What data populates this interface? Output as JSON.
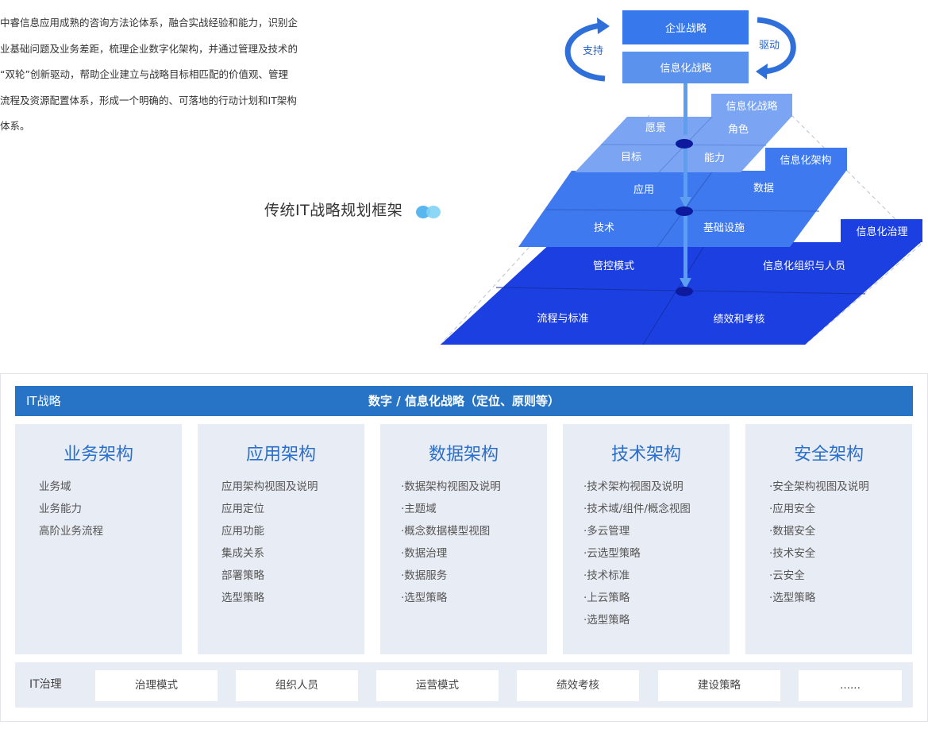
{
  "intro": {
    "lines": [
      "中睿信息应用成熟的咨询方法论体系，融合实战经验和能力，识别企",
      "业基础问题及业务差距，梳理企业数字化架构，并通过管理及技术的",
      "“双轮”创新驱动，帮助企业建立与战略目标相匹配的价值观、管理",
      "流程及资源配置体系，形成一个明确的、可落地的行动计划和IT架构",
      "体系。"
    ]
  },
  "framework_title": "传统IT战略规划框架",
  "diagram": {
    "top_box_1": "企业战略",
    "top_box_2": "信息化战略",
    "left_arrow_label": "支持",
    "right_arrow_label": "驱动",
    "tag_strategy": "信息化战略",
    "tag_architecture": "信息化架构",
    "tag_governance": "信息化治理",
    "layer1": {
      "vision": "愿景",
      "role": "角色",
      "goal": "目标",
      "capability": "能力"
    },
    "layer2": {
      "application": "应用",
      "data": "数据",
      "technology": "技术",
      "infrastructure": "基础设施"
    },
    "layer3": {
      "control_mode": "管控模式",
      "org_people": "信息化组织与人员",
      "process_standard": "流程与标准",
      "performance": "绩效和考核"
    },
    "colors": {
      "layer1": "#7ba5f3",
      "layer2": "#3f79ef",
      "layer3": "#1c3fe2",
      "top_box_1": "#3779ec",
      "top_box_2": "#5b92ee",
      "dot": "#0d1a9e"
    }
  },
  "it_strategy": {
    "label": "IT战略",
    "title": "数字 / 信息化战略（定位、原则等）"
  },
  "columns": [
    {
      "title": "业务架构",
      "items": [
        "业务域",
        "业务能力",
        "高阶业务流程"
      ]
    },
    {
      "title": "应用架构",
      "items": [
        "应用架构视图及说明",
        "应用定位",
        "应用功能",
        "集成关系",
        "部署策略",
        "选型策略"
      ]
    },
    {
      "title": "数据架构",
      "items": [
        "·数据架构视图及说明",
        "·主题域",
        "·概念数据模型视图",
        "·数据治理",
        "·数据服务",
        "·选型策略"
      ]
    },
    {
      "title": "技术架构",
      "items": [
        "·技术架构视图及说明",
        "·技术域/组件/概念视图",
        "·多云管理",
        "·云选型策略",
        "·技术标准",
        "·上云策略",
        "·选型策略"
      ]
    },
    {
      "title": "安全架构",
      "items": [
        "·安全架构视图及说明",
        "·应用安全",
        "·数据安全",
        "·技术安全",
        "·云安全",
        "·选型策略"
      ]
    }
  ],
  "it_governance": {
    "label": "IT治理",
    "items": [
      "治理模式",
      "组织人员",
      "运营模式",
      "绩效考核",
      "建设策略",
      "......"
    ]
  }
}
